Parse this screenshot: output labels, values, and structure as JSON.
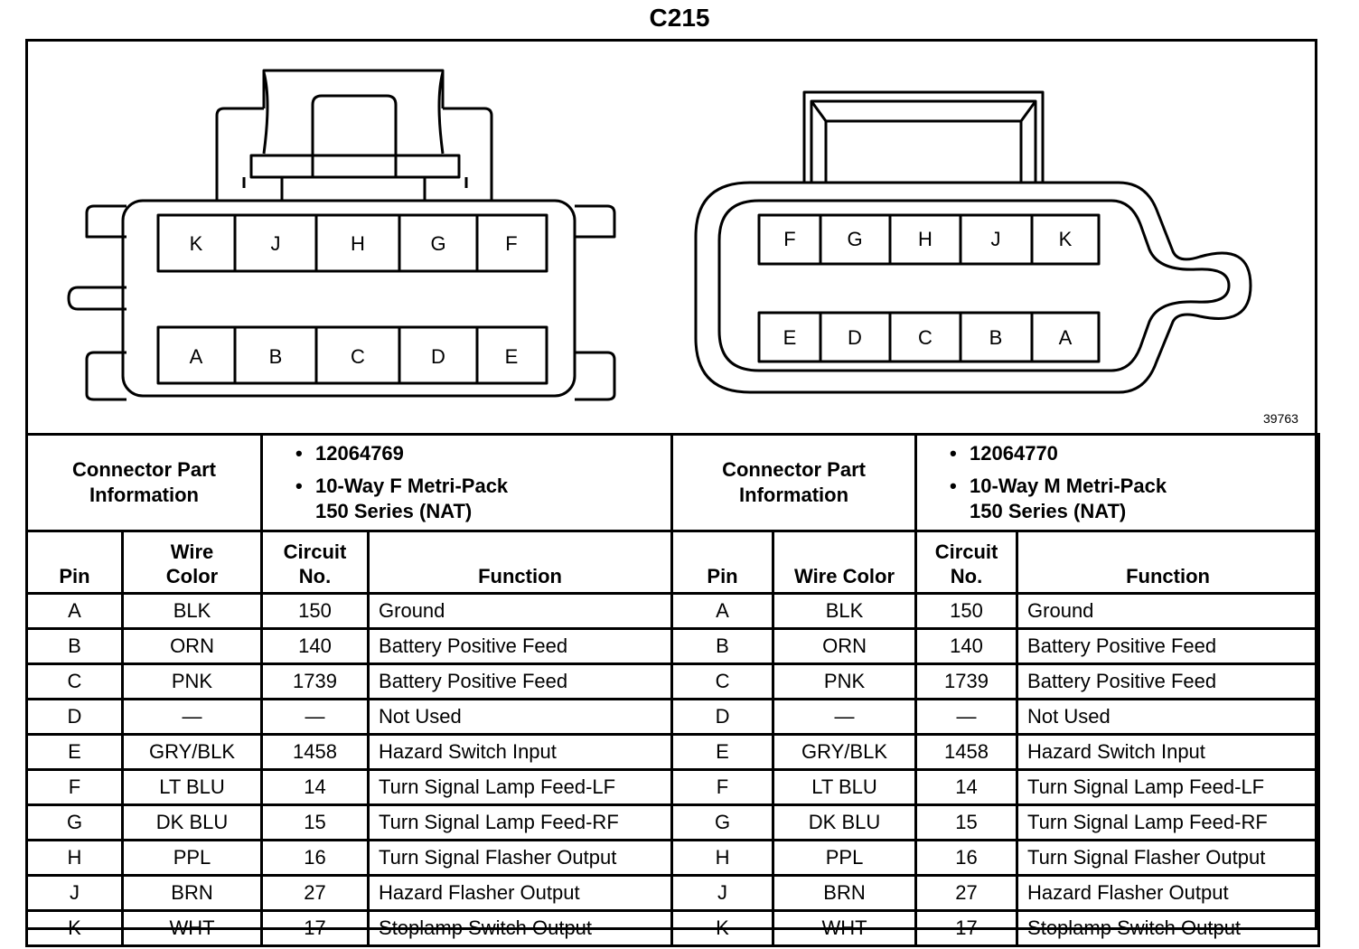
{
  "title": "C215",
  "figure_number": "39763",
  "left_connector": {
    "top_row": [
      "K",
      "J",
      "H",
      "G",
      "F"
    ],
    "bottom_row": [
      "A",
      "B",
      "C",
      "D",
      "E"
    ]
  },
  "right_connector": {
    "top_row": [
      "F",
      "G",
      "H",
      "J",
      "K"
    ],
    "bottom_row": [
      "E",
      "D",
      "C",
      "B",
      "A"
    ]
  },
  "left_info": {
    "label_line1": "Connector Part",
    "label_line2": "Information",
    "part_number": "12064769",
    "desc_line1": "10-Way F Metri-Pack",
    "desc_line2": "150 Series (NAT)"
  },
  "right_info": {
    "label_line1": "Connector Part",
    "label_line2": "Information",
    "part_number": "12064770",
    "desc_line1": "10-Way M Metri-Pack",
    "desc_line2": "150 Series (NAT)"
  },
  "columns": {
    "left": {
      "pin": "Pin",
      "wire_line1": "Wire",
      "wire_line2": "Color",
      "circuit_line1": "Circuit",
      "circuit_line2": "No.",
      "function": "Function"
    },
    "right": {
      "pin": "Pin",
      "wire": "Wire Color",
      "circuit_line1": "Circuit",
      "circuit_line2": "No.",
      "function": "Function"
    }
  },
  "rows": [
    {
      "pin": "A",
      "wire": "BLK",
      "circuit": "150",
      "function": "Ground"
    },
    {
      "pin": "B",
      "wire": "ORN",
      "circuit": "140",
      "function": "Battery Positive Feed"
    },
    {
      "pin": "C",
      "wire": "PNK",
      "circuit": "1739",
      "function": "Battery Positive Feed"
    },
    {
      "pin": "D",
      "wire": "—",
      "circuit": "—",
      "function": "Not Used"
    },
    {
      "pin": "E",
      "wire": "GRY/BLK",
      "circuit": "1458",
      "function": "Hazard Switch Input"
    },
    {
      "pin": "F",
      "wire": "LT BLU",
      "circuit": "14",
      "function": "Turn Signal Lamp Feed-LF"
    },
    {
      "pin": "G",
      "wire": "DK BLU",
      "circuit": "15",
      "function": "Turn Signal Lamp Feed-RF"
    },
    {
      "pin": "H",
      "wire": "PPL",
      "circuit": "16",
      "function": "Turn Signal Flasher Output"
    },
    {
      "pin": "J",
      "wire": "BRN",
      "circuit": "27",
      "function": "Hazard Flasher Output"
    },
    {
      "pin": "K",
      "wire": "WHT",
      "circuit": "17",
      "function": "Stoplamp Switch Output"
    }
  ]
}
